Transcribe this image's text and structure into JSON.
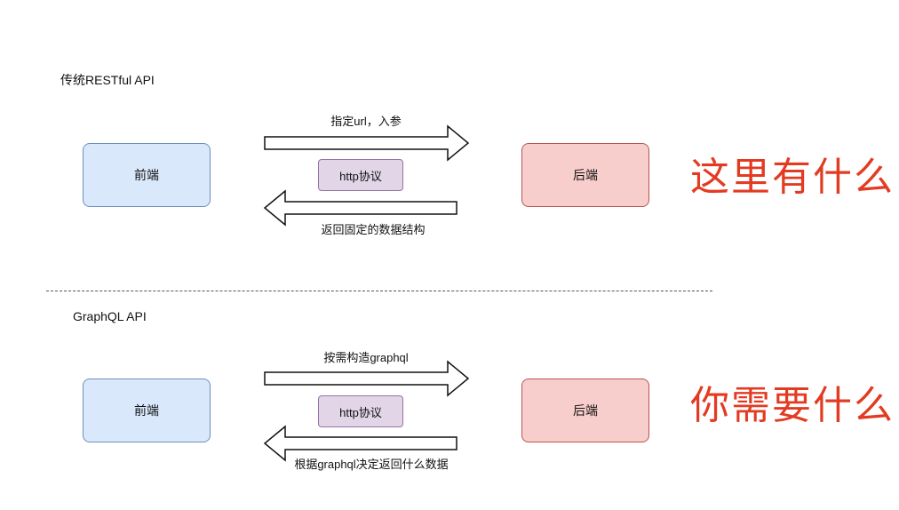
{
  "restful": {
    "section_label": "传统RESTful API",
    "front_label": "前端",
    "back_label": "后端",
    "protocol_label": "http协议",
    "request_label": "指定url，入参",
    "response_label": "返回固定的数据结构",
    "big_text": "这里有什么"
  },
  "graphql": {
    "section_label": "GraphQL API",
    "front_label": "前端",
    "back_label": "后端",
    "protocol_label": "http协议",
    "request_label": "按需构造graphql",
    "response_label": "根据graphql决定返回什么数据",
    "big_text": "你需要什么"
  },
  "colors": {
    "front_fill": "#dae8fc",
    "front_stroke": "#6c8ebf",
    "back_fill": "#f8cecc",
    "back_stroke": "#b85450",
    "protocol_fill": "#e1d5e7",
    "protocol_stroke": "#9673a6",
    "accent_text": "#e33b22"
  }
}
